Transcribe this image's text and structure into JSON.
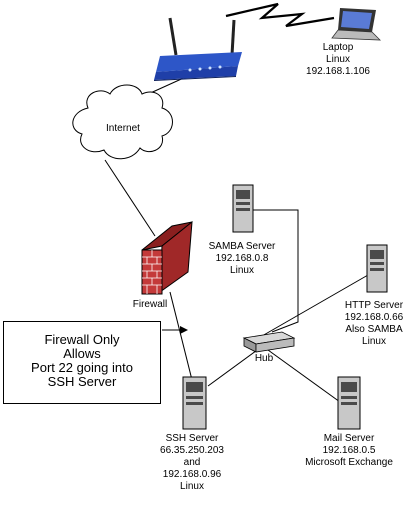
{
  "diagram": {
    "laptop": {
      "name": "Laptop",
      "os": "Linux",
      "ip": "192.168.1.106"
    },
    "internet": {
      "label": "Internet"
    },
    "firewall": {
      "label": "Firewall"
    },
    "note": {
      "lines": [
        "Firewall  Only",
        "Allows",
        "Port 22  going into",
        "SSH Server"
      ]
    },
    "samba": {
      "name": "SAMBA Server",
      "ip": "192.168.0.8",
      "os": "Linux"
    },
    "http": {
      "name": "HTTP Server",
      "ip": "192.168.0.66",
      "extra": "Also SAMBA",
      "os": "Linux"
    },
    "hub": {
      "label": "Hub"
    },
    "ssh": {
      "name": "SSH Server",
      "ip1": "66.35.250.203",
      "and": "and",
      "ip2": "192.168.0.96",
      "os": "Linux"
    },
    "mail": {
      "name": "Mail Server",
      "ip": "192.168.0.5",
      "os": "Microsoft Exchange"
    }
  },
  "colors": {
    "router_body": "#1f3fa8",
    "wall_brick": "#c43a3a",
    "wall_top": "#8a1f1f",
    "server_body": "#c8c8c8",
    "server_dark": "#4a4a4a",
    "lightning": "#000000"
  }
}
